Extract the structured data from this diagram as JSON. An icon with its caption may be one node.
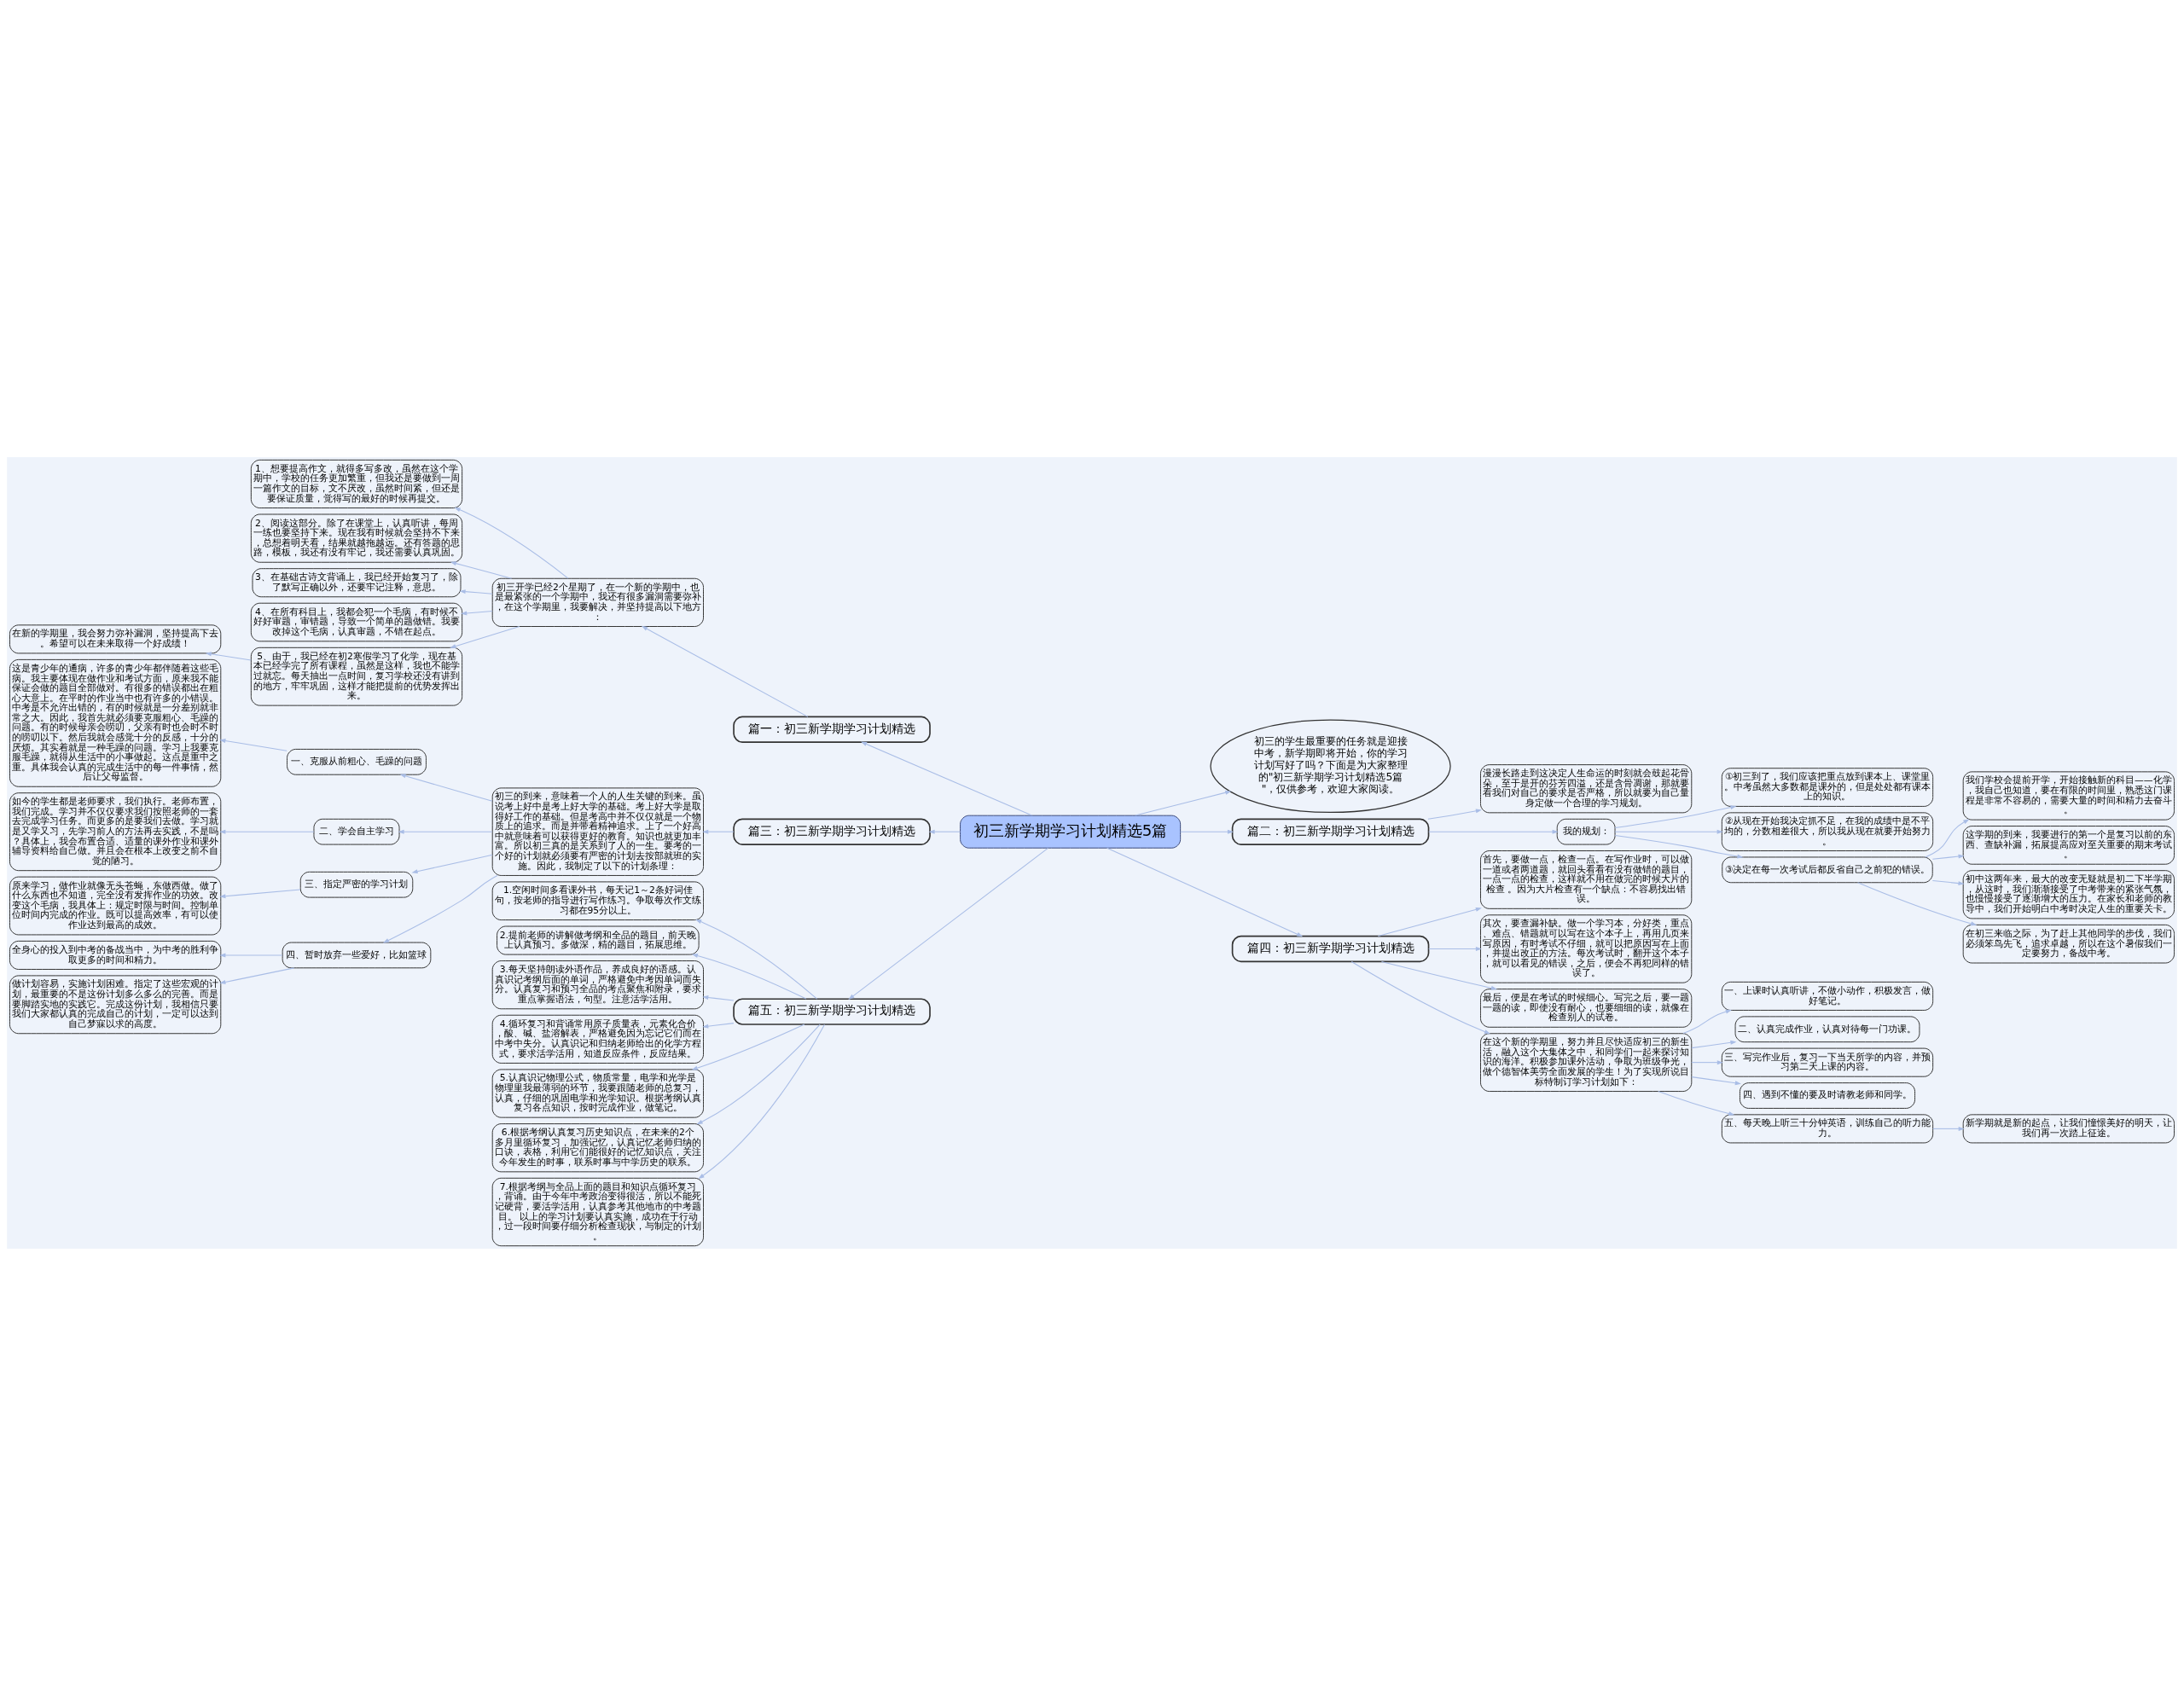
{
  "diagram": {
    "nodes": [
      {
        "text": [
          "初三新学期学习计划精选5篇"
        ]
      },
      {
        "text": [
          "篇一：初三新学期学习计划精选"
        ]
      },
      {
        "text": [
          "初三开学已经2个星期了，在一个新的学期中，也是最紧张的一个学期中，我还有很多漏洞需要弥补，在这个学期里，我要解决，并坚持提高以下地方："
        ]
      },
      {
        "text": [
          "1、想要提高作文，就得多写多改，虽然在这个学期中，学校的任务更加繁重，但我还是要做到一周一篇作文的目标，文不厌改，虽然时间紧，但还是要保证质量，觉得写的最好的时候再提交。"
        ]
      },
      {
        "text": [
          "2、阅读这部分。除了在课堂上，认真听讲，每周一练也要坚持下来。现在我有时候就会坚持不下来，总想着明天看，结果就越拖越远。还有答题的思路，模板，我还有没有牢记，我还需要认真巩固。"
        ]
      },
      {
        "text": [
          "3、在基础古诗文背诵上，我已经开始复习了，除了默写正确以外，还要牢记注释，意思。"
        ]
      },
      {
        "text": [
          "4、在所有科目上，我都会犯一个毛病，有时候不好好审题，审错题，导致一个简单的题做错。我要改掉这个毛病，认真审题，不错在起点。"
        ]
      },
      {
        "text": [
          "5、由于，我已经在初2寒假学习了化学，现在基本已经学完了所有课程，虽然是这样，我也不能学过就忘。每天抽出一点时间，复习学校还没有讲到的地方，牢牢巩固，这样才能把提前的优势发挥出来。"
        ]
      },
      {
        "text": [
          "在新的学期里，我会努力弥补漏洞，坚持提高下去。希望可以在未来取得一个好成绩！"
        ]
      },
      {
        "text": [
          "篇三：初三新学期学习计划精选"
        ]
      },
      {
        "text": [
          "初三的到来，意味着一个人的人生关键的到来。虽说考上好中是考上好大学的基础。考上好大学是取得好工作的基础。但是考高中并不仅仅就是一个物质上的追求。而是并带着精神追求。上了一个好高中就意味着可以获得更好的教育。知识也就更加丰富。所以初三真的是关系到了人的一生。要考的一个好的计划就必须要有严密的计划去按部就班的实施。因此，我制定了以下的计划条理："
        ]
      },
      {
        "text": [
          "一、克服从前粗心、毛躁的问题"
        ]
      },
      {
        "text": [
          "这是青少年的通病，许多的青少年都伴随着这些毛病。我主要体现在做作业和考试方面，原来我不能保证会做的题目全部做对。有很多的错误都出在粗心大意上。在平时的作业当中也有许多的小错误。中考是不允许出错的，有的时候就是一分差别就非常之大。因此，我首先就必须要克服粗心、毛躁的问题。有的时候母亲会唠叨，父亲有时也会时不时的唠叨以下。然后我就会感觉十分的反感，十分的厌烦。其实着就是一种毛躁的问题。学习上我要克服毛躁，就得从生活中的小事做起。这点是重中之重。具体我会认真的完成生活中的每一件事情，然后让父母监督。"
        ]
      },
      {
        "text": [
          "二、学会自主学习"
        ]
      },
      {
        "text": [
          "如今的学生都是老师要求，我们执行。老师布置，我们完成。学习并不仅仅要求我们按照老师的一套去完成学习任务。而更多的是要我们去做。学习就是又学又习，先学习前人的方法再去实践，不是吗？具体上，我会布置合适、适量的课外作业和课外辅导资料给自己做。并且会在根本上改变之前不自觉的陋习。"
        ]
      },
      {
        "text": [
          "三、指定严密的学习计划"
        ]
      },
      {
        "text": [
          "原来学习，做作业就像无头苍蝇，东做西做。做了什么东西也不知道，完全没有发挥作业的功效。改变这个毛病，我具体上：规定时限与时间。控制单位时间内完成的作业。既可以提高效率，有可以使作业达到最高的成效。"
        ]
      },
      {
        "text": [
          "四、暂时放弃一些爱好，比如篮球"
        ]
      },
      {
        "text": [
          "全身心的投入到中考的备战当中，为中考的胜利争取更多的时间和精力。"
        ]
      },
      {
        "text": [
          "做计划容易，实施计划困难。指定了这些宏观的计划，最重要的不是这份计划多么多么的完善。而是要脚踏实地的实践它。完成这份计划，我相信只要我们大家都认真的完成自己的计划，一定可以达到自己梦寐以求的高度。"
        ]
      },
      {
        "text": [
          "篇五：初三新学期学习计划精选"
        ]
      },
      {
        "text": [
          "1.空闲时间多看课外书，每天记1～2条好词佳句，按老师的指导进行写作练习。争取每次作文练习都在95分以上。"
        ]
      },
      {
        "text": [
          "2.提前老师的讲解做考纲和全品的题目，前天晚上认真预习。多做深，精的题目，拓展思维。"
        ]
      },
      {
        "text": [
          "3.每天坚持朗读外语作品，养成良好的语感。认真识记考纲后面的单词，严格避免中考因单词而失分。认真复习和预习全品的考点聚焦和附录，要求重点掌握语法，句型。注意活学活用。"
        ]
      },
      {
        "text": [
          "4.循环复习和背诵常用原子质量表，元素化合价，酸、碱、盐溶解表，严格避免因为忘记它们而在中考中失分。认真识记和归纳老师给出的化学方程式，要求活学活用，知道反应条件，反应结果。"
        ]
      },
      {
        "text": [
          "5.认真识记物理公式，物质常量，电学和光学是物理里我最薄弱的环节，我要跟随老师的总复习，认真，仔细的巩固电学和光学知识。根据考纲认真复习各点知识，按时完成作业，做笔记。"
        ]
      },
      {
        "text": [
          "6.根据考纲认真复习历史知识点，在未来的2个多月里循环复习，加强记忆，认真记忆老师归纳的口诀，表格，利用它们能很好的记忆知识点，关注今年发生的时事，联系时事与中学历史的联系。"
        ]
      },
      {
        "text": [
          "7.根据考纲与全品上面的题目和知识点循环复习，背诵。由于今年中考政治变得很活，所以不能死记硬背，要活学活用，认真参考其他地市的中考题目。 以上的学习计划要认真实施，成功在于行动，过一段时间要仔细分析检查现状，与制定的计划。"
        ]
      },
      {
        "text": [
          "初三的学生最重要的任务就是迎接中考，新学期即将开始，你的学习计划写好了吗？下面是为大家整理的\"初三新学期学习计划精选5篇\"，仅供参考，欢迎大家阅读。"
        ]
      },
      {
        "text": [
          "篇二：初三新学期学习计划精选"
        ]
      },
      {
        "text": [
          "漫漫长路走到这决定人生命运的时刻就会鼓起花骨朵，至于是开的芬芳四溢，还是含骨凋谢，那就要看我们对自己的要求是否严格，所以就要为自己量身定做一个合理的学习规划。"
        ]
      },
      {
        "text": [
          "我的规划："
        ]
      },
      {
        "text": [
          "①初三到了，我们应该把重点放到课本上、课堂里。中考虽然大多数都是课外的，但是处处都有课本上的知识。"
        ]
      },
      {
        "text": [
          "②从现在开始我决定抓不足，在我的成绩中是不平均的，分数相差很大，所以我从现在就要开始努力。"
        ]
      },
      {
        "text": [
          "③决定在每一次考试后都反省自己之前犯的错误。"
        ]
      },
      {
        "text": [
          "我们学校会提前开学，开始接触新的科目——化学，我自己也知道，要在有限的时间里，熟悉这门课程是非常不容易的，需要大量的时间和精力去奋斗。"
        ]
      },
      {
        "text": [
          "这学期的到来，我要进行的第一个是复习以前的东西、查缺补漏，拓展提高应对至关重要的期末考试。"
        ]
      },
      {
        "text": [
          "初中这两年来，最大的改变无疑就是初二下半学期，从这时，我们渐渐接受了中考带来的紧张气氛，也慢慢接受了逐渐增大的压力。在家长和老师的教导中，我们开始明白中考时决定人生的重要关卡。"
        ]
      },
      {
        "text": [
          "在初三来临之际，为了赶上其他同学的步伐，我们必须笨鸟先飞，追求卓越，所以在这个暑假我们一定要努力，备战中考。"
        ]
      },
      {
        "text": [
          "篇四：初三新学期学习计划精选"
        ]
      },
      {
        "text": [
          "首先，要做一点，检查一点。在写作业时，可以做一道或者两道题，就回头看看有没有做错的题目，一点一点的检查，这样就不用在做完的时候大片的检查 。因为大片检查有一个缺点：不容易找出错误。"
        ]
      },
      {
        "text": [
          "其次，要查漏补缺。做一个学习本，分好类，重点、难点、错题就可以写在这个本子上，再用几页来写原因，有时考试不仔细，就可以把原因写在上面，并提出改正的方法。每次考试时，翻开这个本子，就可以看见的错误，之后，便会不再犯同样的错误了。"
        ]
      },
      {
        "text": [
          "最后，便是在考试的时候细心。写完之后，要一题一题的读，即使没有耐心，也要细细的读，就像在检查别人的试卷。"
        ]
      },
      {
        "text": [
          "在这个新的学期里，努力并且尽快适应初三的新生活，融入这个大集体之中，和同学们一起来探讨知识的海洋。积极参加课外活动，争取为班级争光，做个德智体美劳全面发展的学生！为了实现所说目标特制订学习计划如下："
        ]
      },
      {
        "text": [
          "一、上课时认真听讲，不做小动作，积极发言，做好笔记。"
        ]
      },
      {
        "text": [
          "二、认真完成作业，认真对待每一门功课。"
        ]
      },
      {
        "text": [
          "三、写完作业后，复习一下当天所学的内容，并预习第二天上课的内容。"
        ]
      },
      {
        "text": [
          "四、遇到不懂的要及时请教老师和同学。"
        ]
      },
      {
        "text": [
          "五、每天晚上听三十分钟英语，训练自己的听力能力。"
        ]
      },
      {
        "text": [
          "新学期就是新的起点，让我们憧憬美好的明天，让我们再一次踏上征途。"
        ]
      }
    ],
    "edges": [
      {
        "from": 0,
        "to": 1,
        "arrow": "to"
      },
      {
        "from": 1,
        "to": 2,
        "arrow": "to"
      },
      {
        "from": 2,
        "to": 3,
        "arrow": "to"
      },
      {
        "from": 2,
        "to": 4,
        "arrow": "to"
      },
      {
        "from": 2,
        "to": 5,
        "arrow": "to"
      },
      {
        "from": 2,
        "to": 6,
        "arrow": "to"
      },
      {
        "from": 2,
        "to": 7,
        "arrow": "to"
      },
      {
        "from": 7,
        "to": 8,
        "arrow": "to"
      },
      {
        "from": 0,
        "to": 9,
        "arrow": "to"
      },
      {
        "from": 9,
        "to": 10,
        "arrow": "to"
      },
      {
        "from": 10,
        "to": 11,
        "arrow": "to"
      },
      {
        "from": 11,
        "to": 12,
        "arrow": "to"
      },
      {
        "from": 10,
        "to": 13,
        "arrow": "to"
      },
      {
        "from": 13,
        "to": 14,
        "arrow": "to"
      },
      {
        "from": 10,
        "to": 15,
        "arrow": "to"
      },
      {
        "from": 15,
        "to": 16,
        "arrow": "to"
      },
      {
        "from": 10,
        "to": 17,
        "arrow": "to"
      },
      {
        "from": 17,
        "to": 18,
        "arrow": "to"
      },
      {
        "from": 17,
        "to": 19,
        "arrow": "to"
      },
      {
        "from": 0,
        "to": 20,
        "arrow": "to"
      },
      {
        "from": 20,
        "to": 21,
        "arrow": "to"
      },
      {
        "from": 20,
        "to": 22,
        "arrow": "to"
      },
      {
        "from": 20,
        "to": 23,
        "arrow": "to"
      },
      {
        "from": 20,
        "to": 24,
        "arrow": "to"
      },
      {
        "from": 20,
        "to": 25,
        "arrow": "to"
      },
      {
        "from": 20,
        "to": 26,
        "arrow": "to"
      },
      {
        "from": 20,
        "to": 27,
        "arrow": "to"
      },
      {
        "from": 0,
        "to": 28,
        "arrow": "to"
      },
      {
        "from": 0,
        "to": 29,
        "arrow": "to"
      },
      {
        "from": 29,
        "to": 30,
        "arrow": "to"
      },
      {
        "from": 29,
        "to": 31,
        "arrow": "to"
      },
      {
        "from": 31,
        "to": 32,
        "arrow": "to"
      },
      {
        "from": 31,
        "to": 33,
        "arrow": "to"
      },
      {
        "from": 31,
        "to": 34,
        "arrow": "to"
      },
      {
        "from": 34,
        "to": 35,
        "arrow": "to"
      },
      {
        "from": 34,
        "to": 36,
        "arrow": "to"
      },
      {
        "from": 34,
        "to": 37,
        "arrow": "to"
      },
      {
        "from": 34,
        "to": 38,
        "arrow": "to"
      },
      {
        "from": 0,
        "to": 39,
        "arrow": "to"
      },
      {
        "from": 39,
        "to": 40,
        "arrow": "to"
      },
      {
        "from": 39,
        "to": 41,
        "arrow": "to"
      },
      {
        "from": 39,
        "to": 42,
        "arrow": "to"
      },
      {
        "from": 39,
        "to": 43,
        "arrow": "to"
      },
      {
        "from": 43,
        "to": 44,
        "arrow": "to"
      },
      {
        "from": 43,
        "to": 45,
        "arrow": "to"
      },
      {
        "from": 43,
        "to": 46,
        "arrow": "to"
      },
      {
        "from": 43,
        "to": 47,
        "arrow": "to"
      },
      {
        "from": 43,
        "to": 48,
        "arrow": "to"
      },
      {
        "from": 48,
        "to": 49,
        "arrow": "to"
      }
    ]
  }
}
